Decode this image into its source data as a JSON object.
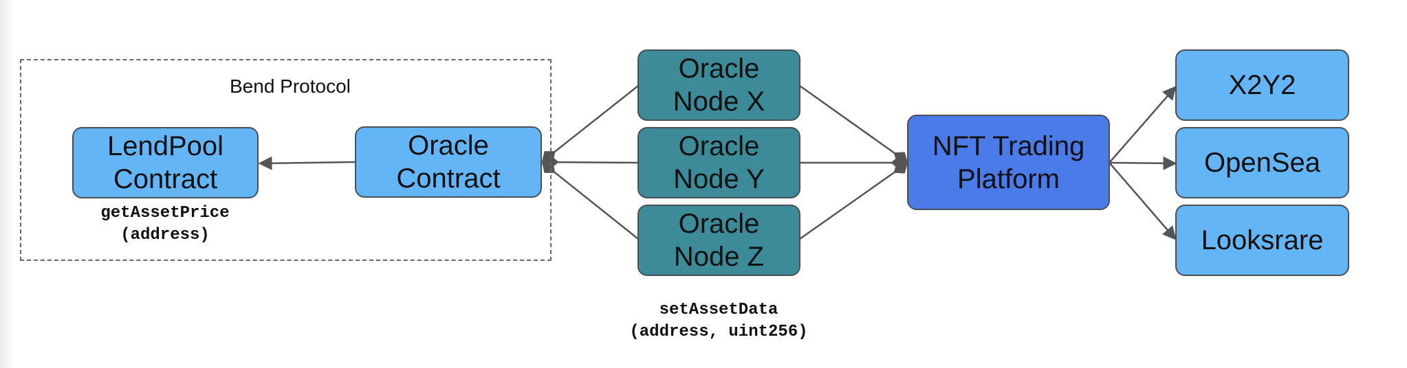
{
  "group": {
    "label": "Bend Protocol"
  },
  "nodes": {
    "lendpool": "LendPool\nContract",
    "oracle_contract": "Oracle\nContract",
    "oracle_x": "Oracle\nNode X",
    "oracle_y": "Oracle\nNode Y",
    "oracle_z": "Oracle\nNode Z",
    "nft_platform": "NFT Trading\nPlatform",
    "x2y2": "X2Y2",
    "opensea": "OpenSea",
    "looksrare": "Looksrare"
  },
  "labels": {
    "get_asset_price": "getAssetPrice\n(address)",
    "set_asset_data": "setAssetData\n(address, uint256)"
  },
  "colors": {
    "light_blue": "#64b5f6",
    "teal": "#3d8a98",
    "royal_blue": "#4a7be8",
    "arrow": "#555555"
  }
}
